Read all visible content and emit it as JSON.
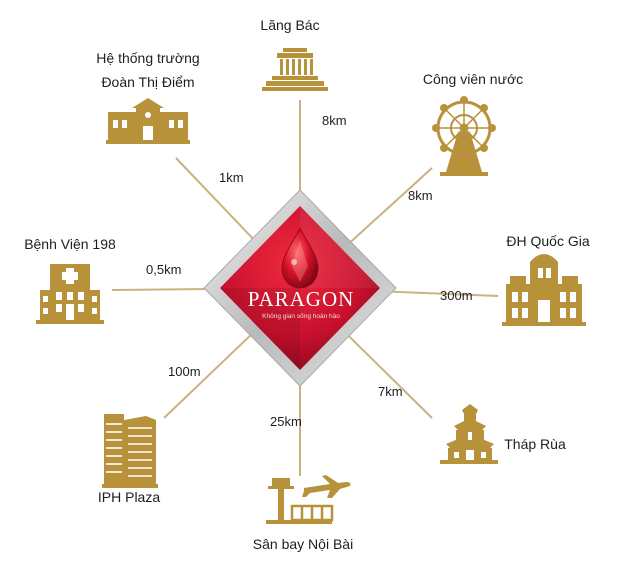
{
  "colors": {
    "gold": "#b8923a",
    "gold_dark": "#8c6a22",
    "line": "#c9b27d",
    "diamond_red": "#c8102e",
    "diamond_dark": "#7a0a1a",
    "diamond_silver": "#c9c9c9"
  },
  "center": {
    "brand": "PARAGON",
    "tagline": "Không gian sống hoàn hảo",
    "icon": "ruby-drop-logo"
  },
  "landmarks": [
    {
      "id": "lang-bac",
      "name_lines": [
        "Lăng Bác"
      ],
      "distance": "8km",
      "icon": "mausoleum-icon"
    },
    {
      "id": "cong-vien-nuoc",
      "name_lines": [
        "Công viên nước"
      ],
      "distance": "8km",
      "icon": "ferris-wheel-icon"
    },
    {
      "id": "dh-quoc-gia",
      "name_lines": [
        "ĐH Quốc Gia"
      ],
      "distance": "300m",
      "icon": "university-building-icon"
    },
    {
      "id": "thap-rua",
      "name_lines": [
        "Tháp Rùa"
      ],
      "distance": "7km",
      "icon": "turtle-tower-icon"
    },
    {
      "id": "san-bay-noi-bai",
      "name_lines": [
        "Sân bay Nội Bài"
      ],
      "distance": "25km",
      "icon": "airport-icon"
    },
    {
      "id": "iph-plaza",
      "name_lines": [
        "IPH Plaza"
      ],
      "distance": "100m",
      "icon": "skyscraper-icon"
    },
    {
      "id": "benh-vien-198",
      "name_lines": [
        "Bệnh Viện 198"
      ],
      "distance": "0,5km",
      "icon": "hospital-icon"
    },
    {
      "id": "doan-thi-diem",
      "name_lines": [
        "Hệ thống trường",
        "Đoàn Thị Điểm"
      ],
      "distance": "1km",
      "icon": "school-icon"
    }
  ]
}
